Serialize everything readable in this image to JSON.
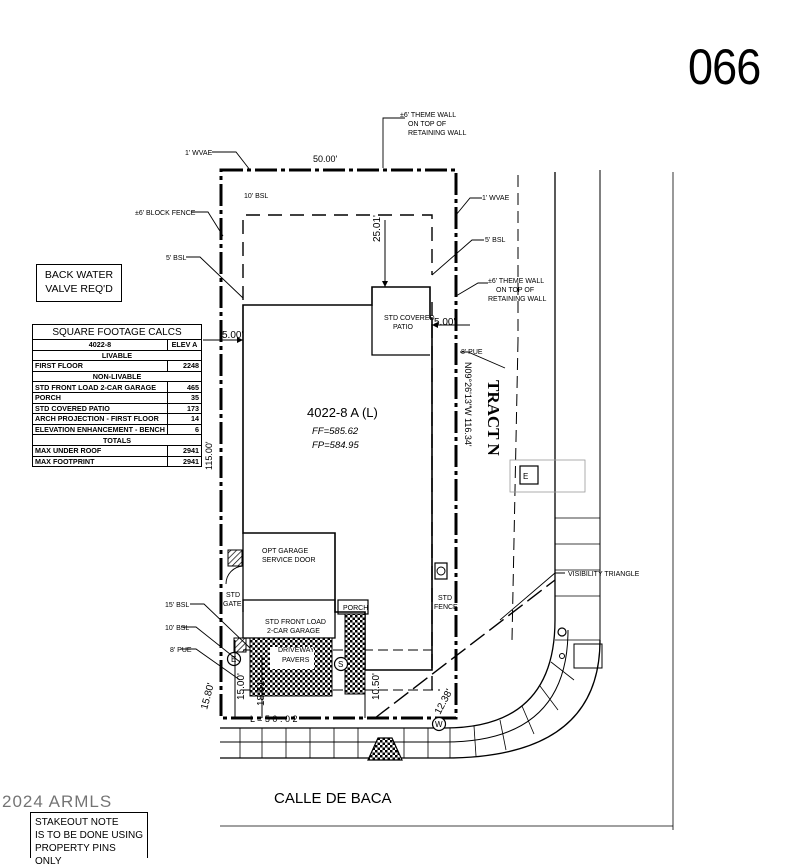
{
  "lot_number": "066",
  "back_water_valve": [
    "BACK WATER",
    "VALVE REQ'D"
  ],
  "sqft_table": {
    "title": "SQUARE FOOTAGE CALCS",
    "plan_label": "4022-8",
    "elev_label": "ELEV A",
    "livable_header": "LIVABLE",
    "livable_rows": [
      {
        "label": "FIRST FLOOR",
        "value": "2248"
      }
    ],
    "nonlivable_header": "NON-LIVABLE",
    "nonlivable_rows": [
      {
        "label": "STD FRONT LOAD 2-CAR GARAGE",
        "value": "465"
      },
      {
        "label": "PORCH",
        "value": "35"
      },
      {
        "label": "STD COVERED PATIO",
        "value": "173"
      },
      {
        "label": "ARCH PROJECTION - FIRST FLOOR",
        "value": "14"
      },
      {
        "label": "ELEVATION ENHANCEMENT - BENCH",
        "value": "6"
      }
    ],
    "totals_header": "TOTALS",
    "totals_rows": [
      {
        "label": "MAX UNDER ROOF",
        "value": "2941"
      },
      {
        "label": "MAX FOOTPRINT",
        "value": "2941"
      }
    ]
  },
  "plan": {
    "name": "4022-8 A (L)",
    "ff": "FF=585.62",
    "fp": "FP=584.95"
  },
  "dimensions": {
    "top_width": "50.00'",
    "rear_setback": "25.01'",
    "side_left": "5.00'",
    "side_right": "5.00'",
    "depth": "115.00'",
    "bearing": "N09°26'13\"W 116.34'",
    "front_left": "15.00'",
    "front_small": "18.51'",
    "front_right": "10.50'",
    "corner": "12.38'",
    "lower_left": "15.80'",
    "bottom": "L = 5 0 . 0 2"
  },
  "labels": {
    "wvae_top": "1' WVAE",
    "wvae_right": "1' WVAE",
    "theme_wall_top": [
      "±6' THEME WALL",
      "ON TOP OF",
      "RETAINING WALL"
    ],
    "theme_wall_right": [
      "±6' THEME WALL",
      "ON TOP OF",
      "RETAINING WALL"
    ],
    "block_fence": "±6' BLOCK FENCE",
    "bsl_rear": "10' BSL",
    "bsl_left": "5' BSL",
    "bsl_right": "5' BSL",
    "covered_patio": [
      "STD COVERED",
      "PATIO"
    ],
    "pue_right": "8' PUE",
    "tract": "TRACT N",
    "opt_garage_door": [
      "OPT GARAGE",
      "SERVICE DOOR"
    ],
    "std_gate": [
      "STD",
      "GATE"
    ],
    "std_fence": [
      "STD",
      "FENCE"
    ],
    "porch": "PORCH",
    "garage": [
      "STD FRONT LOAD",
      "2-CAR GARAGE"
    ],
    "driveway": [
      "DRIVEWAY",
      "PAVERS"
    ],
    "bsl_front": "15' BSL",
    "bsl_front2": "10' BSL",
    "pue_front": "8' PUE",
    "visibility": "VISIBILITY TRIANGLE",
    "street": "CALLE DE BACA",
    "marker_e": "E",
    "marker_s": "S",
    "marker_w": "W"
  },
  "stakeout_note": [
    "STAKEOUT NOTE",
    "IS TO BE DONE USING",
    "PROPERTY PINS ONLY"
  ],
  "watermark": "2024 ARMLS"
}
